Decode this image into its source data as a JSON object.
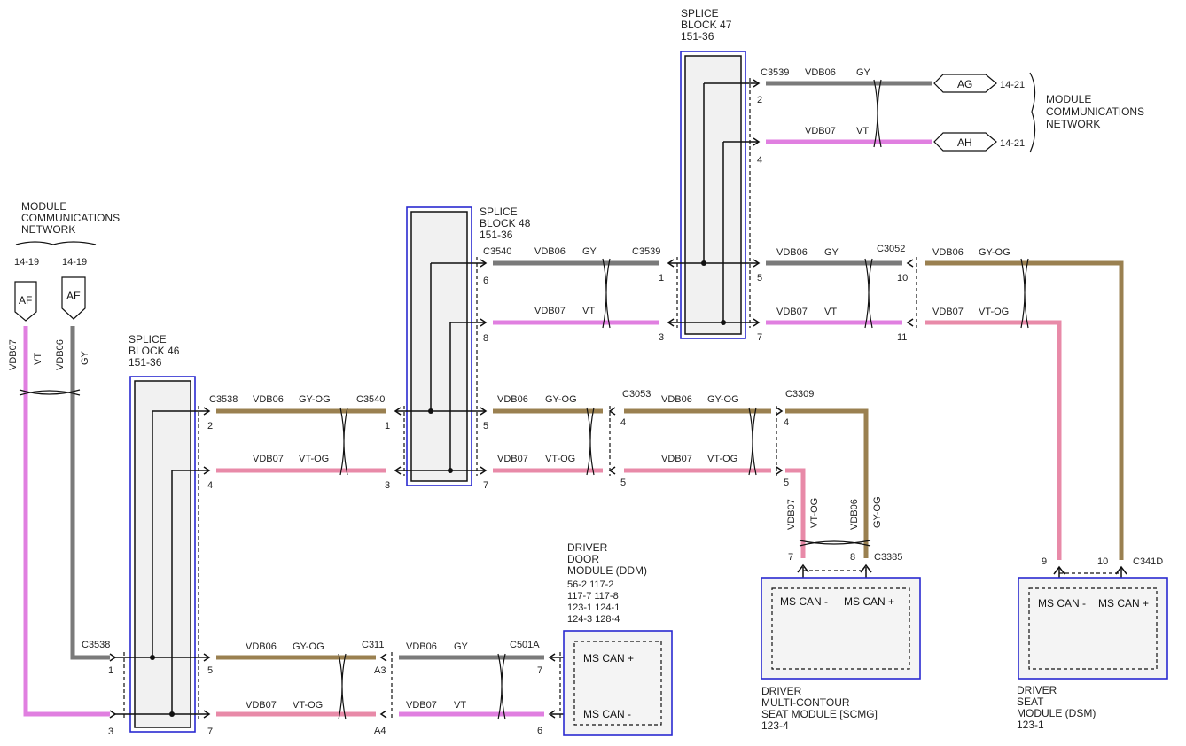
{
  "module_network": {
    "title_lines": [
      "MODULE",
      "COMMUNICATIONS",
      "NETWORK"
    ],
    "left_refs": [
      "14-19",
      "14-19"
    ],
    "right_refs": [
      "14-21",
      "14-21"
    ]
  },
  "offpage": {
    "af": "AF",
    "ae": "AE",
    "ag": "AG",
    "ah": "AH"
  },
  "splice46": {
    "lines": [
      "SPLICE",
      "BLOCK 46",
      "151-36"
    ]
  },
  "splice48": {
    "lines": [
      "SPLICE",
      "BLOCK 48",
      "151-36"
    ]
  },
  "splice47": {
    "lines": [
      "SPLICE",
      "BLOCK 47",
      "151-36"
    ]
  },
  "wires": {
    "vdb06": "VDB06",
    "vdb07": "VDB07",
    "gy": "GY",
    "vt": "VT",
    "gyog": "GY-OG",
    "vtog": "VT-OG"
  },
  "connectors": {
    "c3538": "C3538",
    "c3540": "C3540",
    "c3539": "C3539",
    "c3052": "C3052",
    "c3053": "C3053",
    "c3309": "C3309",
    "c3385": "C3385",
    "c341d": "C341D",
    "c311": "C311",
    "c501a": "C501A"
  },
  "pins": {
    "p1": "1",
    "p2": "2",
    "p3": "3",
    "p4": "4",
    "p5": "5",
    "p6": "6",
    "p7": "7",
    "p8": "8",
    "p9": "9",
    "p10": "10",
    "p11": "11",
    "a3": "A3",
    "a4": "A4"
  },
  "ddm": {
    "title_lines": [
      "DRIVER",
      "DOOR",
      "MODULE (DDM)"
    ],
    "refs": [
      "56-2   117-2",
      "117-7  117-8",
      "123-1  124-1",
      "124-3  128-4"
    ],
    "can_plus": "MS CAN +",
    "can_minus": "MS CAN -"
  },
  "scmg": {
    "can_minus": "MS CAN -",
    "can_plus": "MS CAN +",
    "title_lines": [
      "DRIVER",
      "MULTI-CONTOUR",
      "SEAT MODULE [SCMG]",
      "123-4"
    ]
  },
  "dsm": {
    "can_minus": "MS CAN -",
    "can_plus": "MS CAN +",
    "title_lines": [
      "DRIVER",
      "SEAT",
      "MODULE (DSM)",
      "123-1"
    ]
  }
}
